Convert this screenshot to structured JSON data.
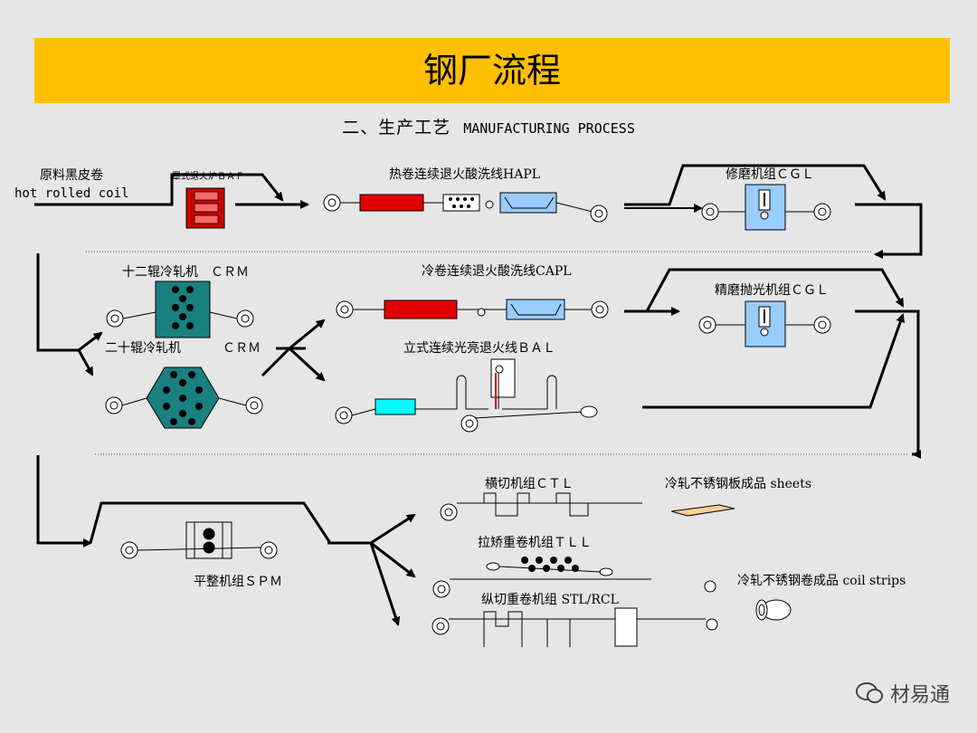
{
  "title": "钢厂流程",
  "subtitle": {
    "zh": "二、生产工艺",
    "en": "MANUFACTURING PROCESS"
  },
  "labels": {
    "raw_zh": "原料黑皮卷",
    "raw_en": "hot rolled coil",
    "baf": "罩式退火炉ＢＡＦ",
    "hapl": "热卷连续退火酸洗线HAPL",
    "cgl1": "修磨机组ＣＧＬ",
    "crm12": "十二辊冷轧机　ＣＲＭ",
    "capl": "冷卷连续退火酸洗线CAPL",
    "cgl2": "精磨抛光机组ＣＧＬ",
    "crm20_zh": "二十辊冷轧机",
    "crm20_en": "ＣＲＭ",
    "bal": "立式连续光亮退火线ＢＡＬ",
    "ctl": "横切机组ＣＴＬ",
    "sheets": "冷轧不锈钢板成品 sheets",
    "tll": "拉矫重卷机组ＴＬＬ",
    "spm": "平整机组ＳＰＭ",
    "coils": "冷轧不锈钢卷成品 coil strips",
    "stl": "纵切重卷机组 STL/RCL"
  },
  "watermark": "材易通",
  "colors": {
    "banner": "#ffc000",
    "background": "#e6e6e6",
    "baf_red": "#cc0000",
    "hapl_red": "#e00000",
    "tank_blue": "#99ccff",
    "mill_teal": "#1a8080",
    "bal_cyan": "#00ffff",
    "sheet_peach": "#ffcc99"
  }
}
